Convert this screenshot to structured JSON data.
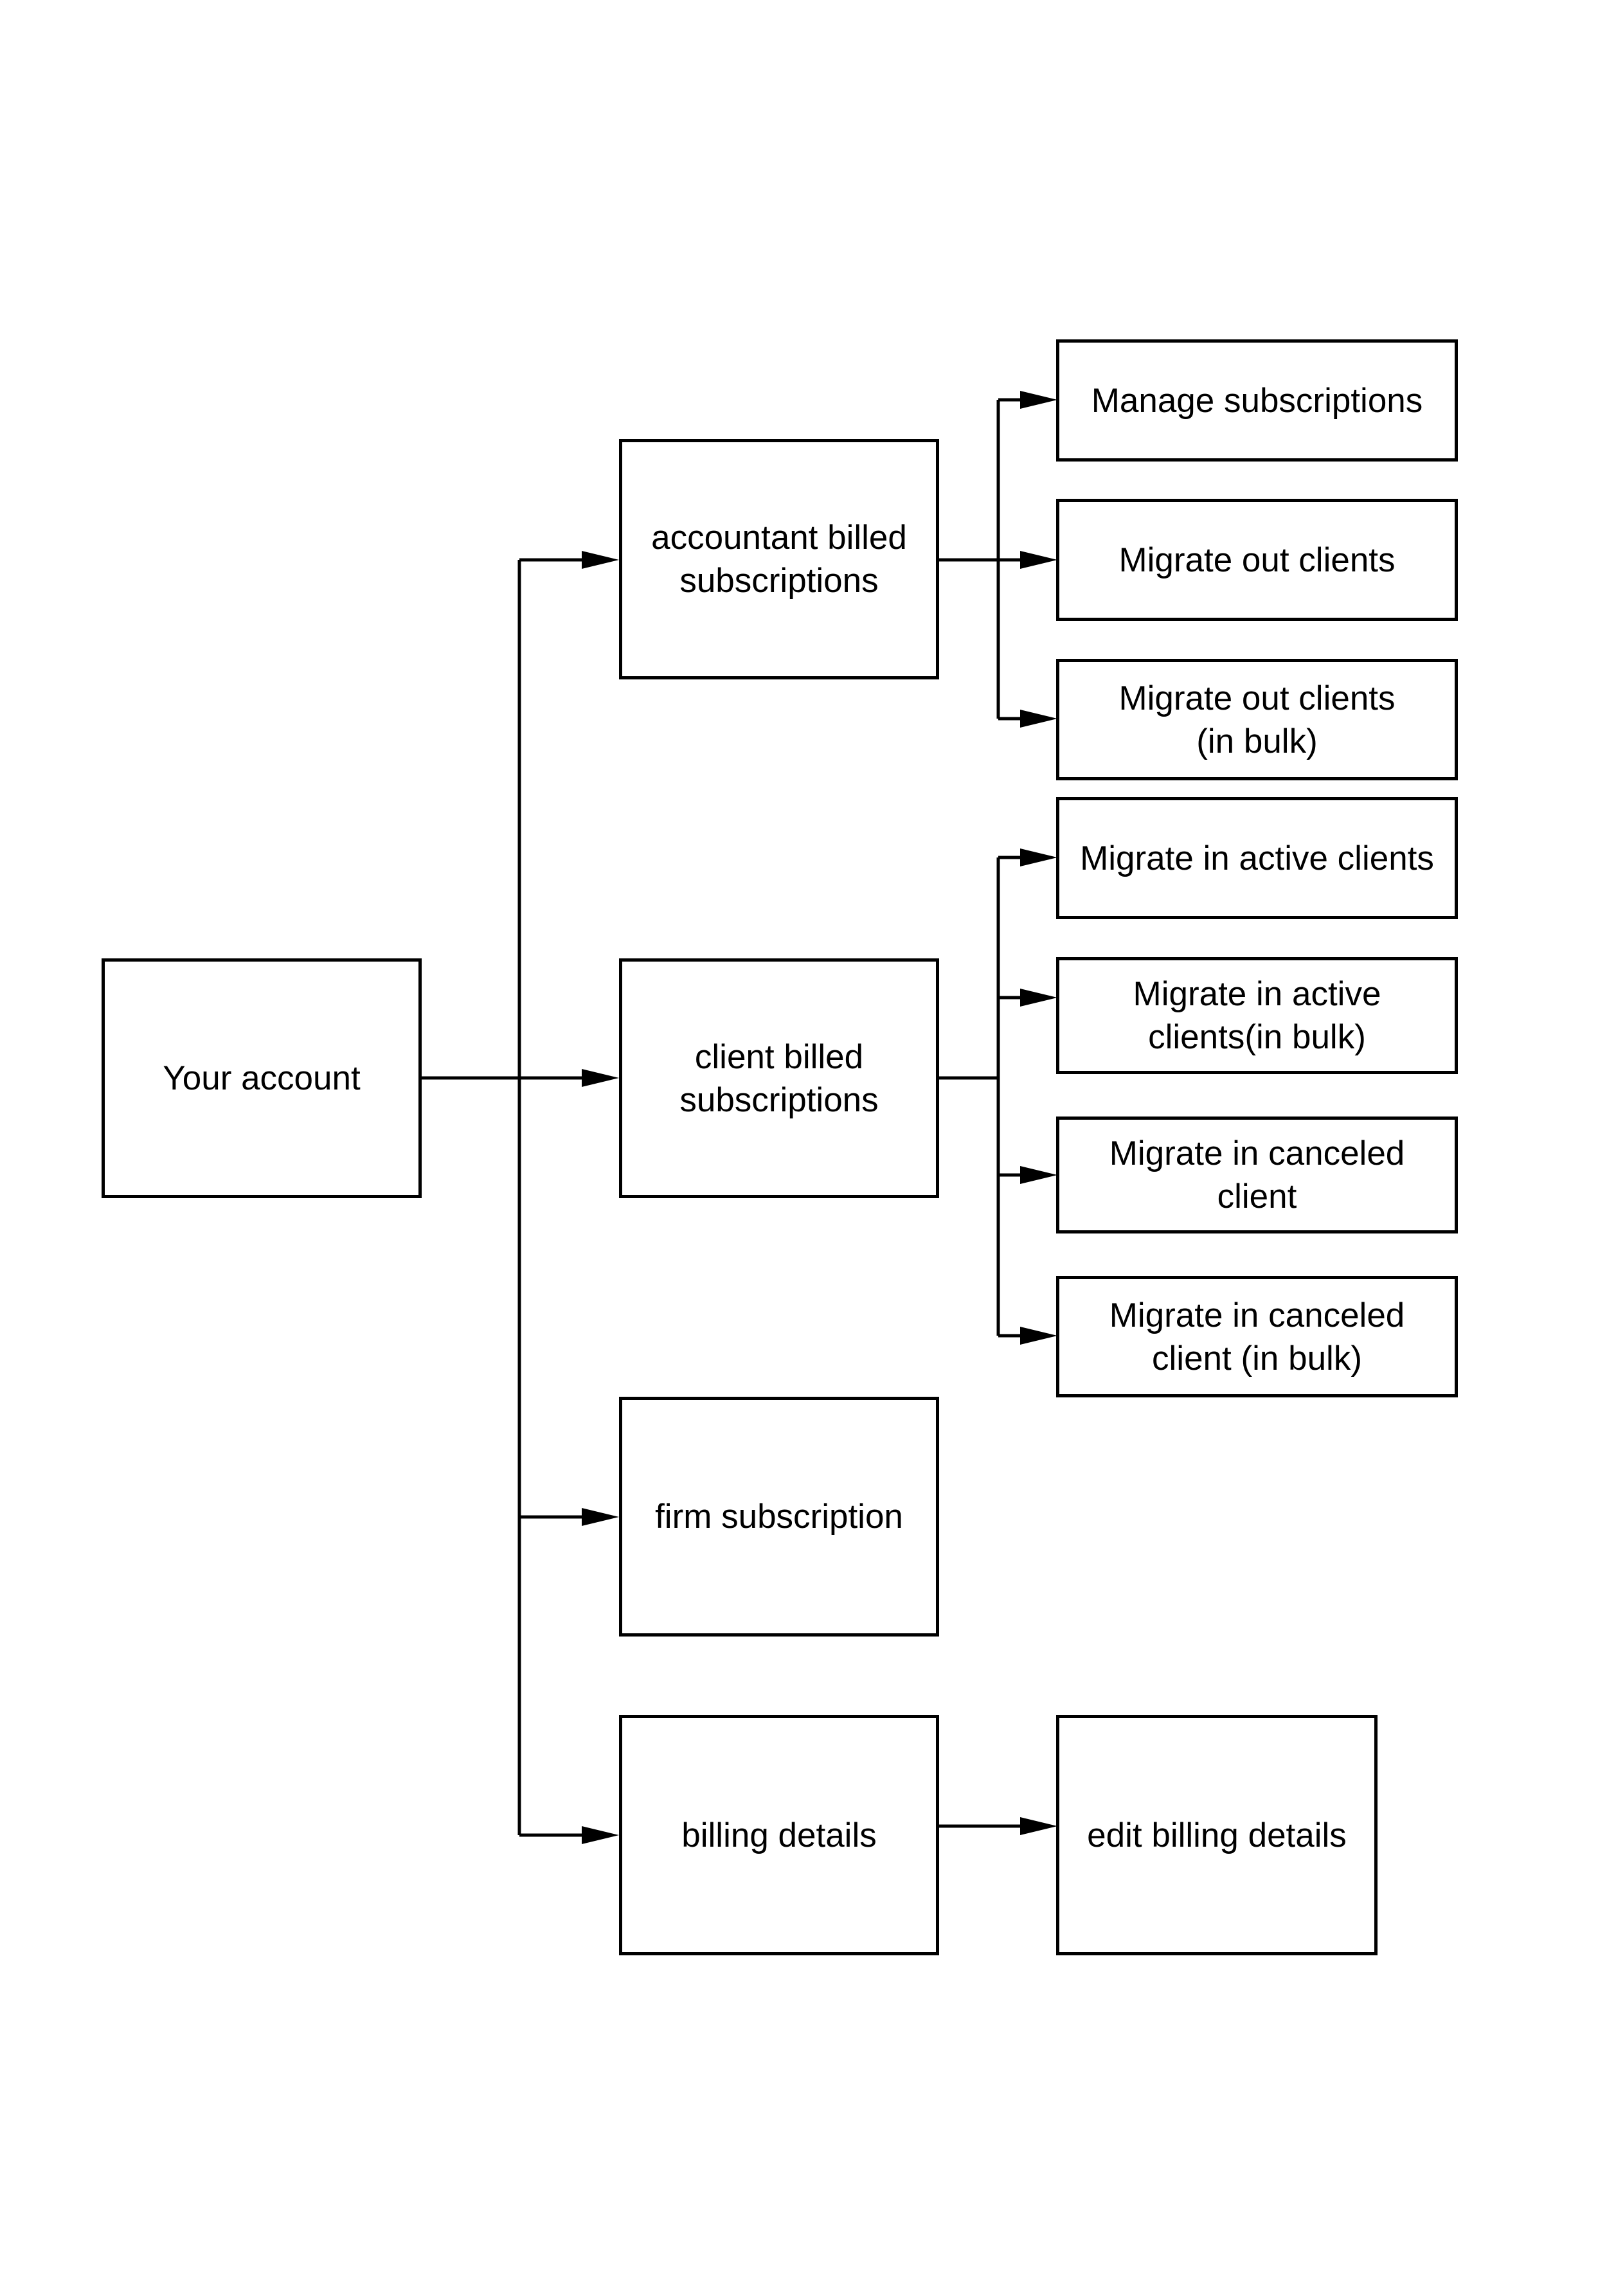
{
  "diagram": {
    "line_color": "#000000",
    "nodes": {
      "your_account": "Your account",
      "accountant_billed": "accountant billed\nsubscriptions",
      "client_billed": "client billed\nsubscriptions",
      "firm_subscription": "firm subscription",
      "billing_details": "billing details",
      "manage_subscriptions": "Manage subscriptions",
      "migrate_out_clients": "Migrate out clients",
      "migrate_out_clients_bulk": "Migrate out clients\n(in bulk)",
      "migrate_in_active_clients": "Migrate in active clients",
      "migrate_in_active_clients_bulk": "Migrate in active\nclients(in bulk)",
      "migrate_in_canceled_client": "Migrate in canceled\nclient",
      "migrate_in_canceled_client_bulk": "Migrate in canceled\nclient (in bulk)",
      "edit_billing_details": "edit billing details"
    }
  }
}
